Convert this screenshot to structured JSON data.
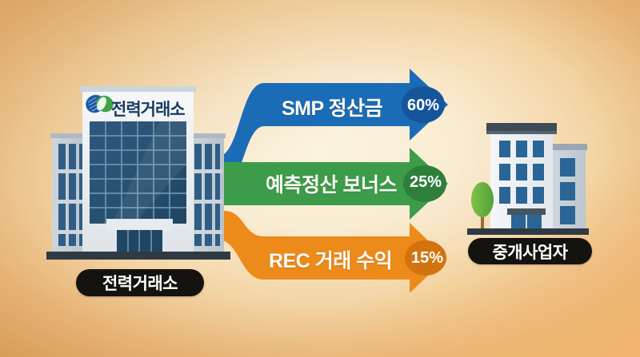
{
  "meta": {
    "kind": "infographic",
    "title_visual": "전력거래소 → 중개사업자 수익 배분 구조"
  },
  "background": {
    "center_color": "#f9efd8",
    "edge_color": "#d49f5f",
    "corner_color": "#f6b772"
  },
  "source": {
    "label": "전력거래소",
    "sign_text": "전력거래소",
    "logo_icon": "kpx-logo-icon",
    "building_icon": "office-tower-icon"
  },
  "target": {
    "label": "중개사업자",
    "building_icon": "office-building-icon",
    "tree_icon": "tree-icon"
  },
  "flows": [
    {
      "id": "smp",
      "label": "SMP 정산금",
      "percent": "60%",
      "color": "#1b6cb6",
      "badge_color": "#16549b"
    },
    {
      "id": "bonus",
      "label": "예측정산 보너스",
      "percent": "25%",
      "color": "#3c9c49",
      "badge_color": "#2d7f39"
    },
    {
      "id": "rec",
      "label": "REC 거래 수익",
      "percent": "15%",
      "color": "#ec8a1a",
      "badge_color": "#d2730f"
    }
  ]
}
